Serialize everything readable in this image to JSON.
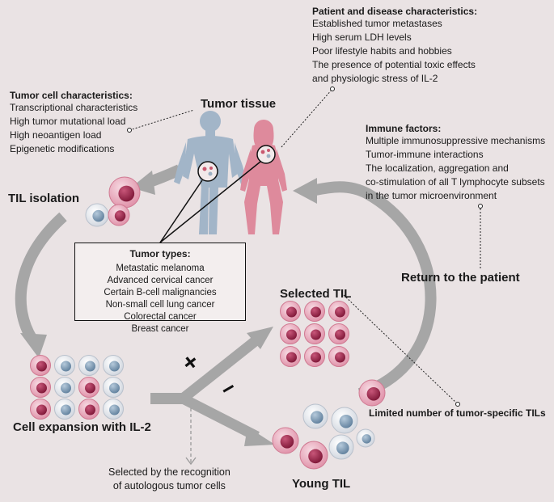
{
  "tumor_tissue": "Tumor tissue",
  "patient": {
    "title": "Patient and disease characteristics",
    "colon": ":",
    "items": [
      "Established tumor metastases",
      "High serum LDH levels",
      "Poor lifestyle habits and hobbies",
      "The presence of potential toxic effects",
      "and physiologic stress of IL-2"
    ]
  },
  "tumor_cell": {
    "title": "Tumor cell characteristics",
    "colon": ":",
    "items": [
      "Transcriptional characteristics",
      "High tumor mutational load",
      "High neoantigen load",
      "Epigenetic modifications"
    ]
  },
  "immune": {
    "title": "Immune factors",
    "colon": ":",
    "items": [
      "Multiple immunosuppressive mechanisms",
      "Tumor-immune interactions",
      "The localization, aggregation and",
      "co-stimulation of all T lymphocyte subsets",
      "in the tumor microenvironment"
    ]
  },
  "tumor_types": {
    "title": "Tumor types",
    "colon": ":",
    "items": [
      "Metastatic melanoma",
      "Advanced cervical cancer",
      "Certain B-cell malignancies",
      "Non-small cell lung cancer",
      "Colorectal cancer",
      "Breast cancer"
    ]
  },
  "labels": {
    "til_isolation": "TIL isolation",
    "selected_til": "Selected TIL",
    "return": "Return to the patient",
    "cell_expansion": "Cell expansion with IL-2",
    "young_til": "Young TIL",
    "limited": "Limited number of tumor-specific TILs",
    "selected_by_1": "Selected by the recognition",
    "selected_by_2": "of autologous tumor cells",
    "plus": "+",
    "minus": "−"
  },
  "colors": {
    "background": "#eae3e4",
    "arrow": "#a6a6a6",
    "male": "#a2b5c8",
    "female": "#de8a9c",
    "pink_cell": "#e9a3b6",
    "pink_nucleus": "#9e2d4f",
    "blue_cell": "#dfe3ea",
    "blue_nucleus": "#7f9bb6"
  }
}
